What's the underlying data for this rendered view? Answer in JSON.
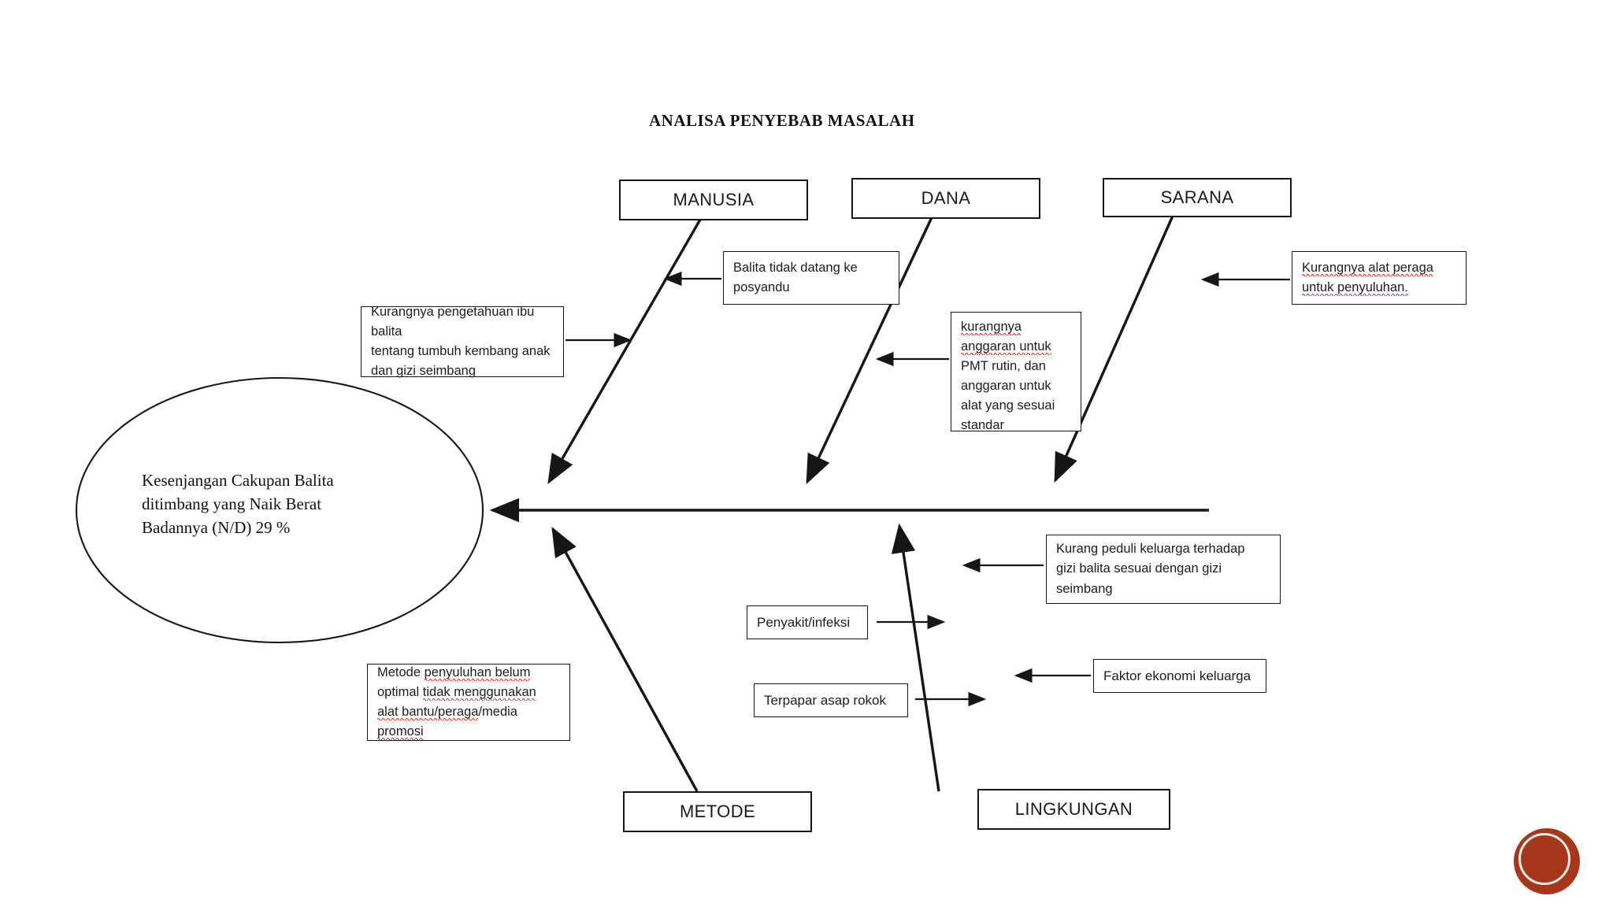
{
  "document": {
    "title": "ANALISA PENYEBAB MASALAH",
    "diagram_type": "fishbone-ishikawa",
    "colors": {
      "line": "#161616",
      "text": "#1a1a1a",
      "spellcheck_underline": "#e8261c",
      "seal": "#a6371a"
    }
  },
  "effect": {
    "label": "Kesenjangan  Cakupan Balita ditimbang yang Naik Berat Badannya (N/D) 29 %",
    "line1": "Kesenjangan  Cakupan Balita",
    "line2": "ditimbang yang Naik Berat",
    "line3": "Badannya (N/D) 29 %",
    "value": "29 %",
    "indicator": "N/D"
  },
  "categories": {
    "top": [
      {
        "id": "manusia",
        "label": "MANUSIA"
      },
      {
        "id": "dana",
        "label": "DANA"
      },
      {
        "id": "sarana",
        "label": "SARANA"
      }
    ],
    "bottom": [
      {
        "id": "metode",
        "label": "METODE"
      },
      {
        "id": "lingkungan",
        "label": "LINGKUNGAN"
      }
    ]
  },
  "causes": [
    {
      "id": "balita-tidak-datang",
      "category": "MANUSIA",
      "text": "Balita tidak datang ke posyandu",
      "lines": [
        {
          "parts": [
            {
              "t": "Balita tidak datang ke",
              "flag": false
            }
          ]
        },
        {
          "parts": [
            {
              "t": "posyandu",
              "flag": false
            }
          ]
        }
      ],
      "arrow": "left"
    },
    {
      "id": "kurang-pengetahuan-ibu",
      "category": "MANUSIA",
      "text": "Kurangnya pengetahuan ibu balita tentang tumbuh kembang anak dan gizi seimbang",
      "lines": [
        {
          "parts": [
            {
              "t": "Kurangnya pengetahuan ibu balita",
              "flag": false
            }
          ]
        },
        {
          "parts": [
            {
              "t": "tentang tumbuh kembang anak",
              "flag": false
            }
          ]
        },
        {
          "parts": [
            {
              "t": "dan gizi seimbang",
              "flag": false
            }
          ]
        }
      ],
      "arrow": "right"
    },
    {
      "id": "kurang-anggaran",
      "category": "DANA",
      "text": "kurangnya anggaran untuk PMT rutin, dan anggaran untuk alat yang sesuai standar",
      "lines": [
        {
          "parts": [
            {
              "t": "kurangnya",
              "flag": true
            }
          ]
        },
        {
          "parts": [
            {
              "t": "anggaran untuk",
              "flag": true
            }
          ]
        },
        {
          "parts": [
            {
              "t": "PMT rutin, dan",
              "flag": false
            }
          ]
        },
        {
          "parts": [
            {
              "t": "anggaran untuk",
              "flag": false
            }
          ]
        },
        {
          "parts": [
            {
              "t": "alat yang sesuai",
              "flag": false
            }
          ]
        },
        {
          "parts": [
            {
              "t": "standar",
              "flag": false
            }
          ]
        }
      ],
      "arrow": "left"
    },
    {
      "id": "kurang-alat-peraga",
      "category": "SARANA",
      "text": "Kurangnya alat peraga untuk penyuluhan.",
      "lines": [
        {
          "parts": [
            {
              "t": "Kurangnya alat peraga",
              "flag": true
            }
          ]
        },
        {
          "parts": [
            {
              "t": "untuk penyuluhan.",
              "flag": true
            }
          ]
        }
      ],
      "arrow": "left"
    },
    {
      "id": "metode-penyuluhan",
      "category": "METODE",
      "text": "Metode penyuluhan belum optimal tidak menggunakan alat bantu/peraga/media promosi",
      "lines": [
        {
          "parts": [
            {
              "t": "Metode ",
              "flag": false
            },
            {
              "t": "penyuluhan belum",
              "flag": true
            }
          ]
        },
        {
          "parts": [
            {
              "t": "optimal ",
              "flag": false
            },
            {
              "t": "tidak menggunakan",
              "flag": true
            }
          ]
        },
        {
          "parts": [
            {
              "t": "alat bantu/peraga",
              "flag": true
            },
            {
              "t": "/media",
              "flag": false
            }
          ]
        },
        {
          "parts": [
            {
              "t": "promosi",
              "flag": true
            }
          ]
        }
      ],
      "arrow": "right"
    },
    {
      "id": "kurang-peduli-keluarga",
      "category": "LINGKUNGAN",
      "text": "Kurang peduli keluarga terhadap gizi balita sesuai dengan gizi seimbang",
      "lines": [
        {
          "parts": [
            {
              "t": "Kurang peduli keluarga terhadap",
              "flag": false
            }
          ]
        },
        {
          "parts": [
            {
              "t": "gizi balita sesuai dengan gizi",
              "flag": false
            }
          ]
        },
        {
          "parts": [
            {
              "t": "seimbang",
              "flag": false
            }
          ]
        }
      ],
      "arrow": "left"
    },
    {
      "id": "penyakit-infeksi",
      "category": "LINGKUNGAN",
      "text": "Penyakit/infeksi",
      "lines": [
        {
          "parts": [
            {
              "t": "Penyakit/infeksi",
              "flag": false
            }
          ]
        }
      ],
      "arrow": "right"
    },
    {
      "id": "faktor-ekonomi",
      "category": "LINGKUNGAN",
      "text": "Faktor ekonomi keluarga",
      "lines": [
        {
          "parts": [
            {
              "t": "Faktor ekonomi keluarga",
              "flag": false
            }
          ]
        }
      ],
      "arrow": "left"
    },
    {
      "id": "terpapar-asap-rokok",
      "category": "LINGKUNGAN",
      "text": "Terpapar asap rokok",
      "lines": [
        {
          "parts": [
            {
              "t": "Terpapar asap rokok",
              "flag": false
            }
          ]
        }
      ],
      "arrow": "right"
    }
  ],
  "seal": {
    "name": "red-circular-seal"
  }
}
